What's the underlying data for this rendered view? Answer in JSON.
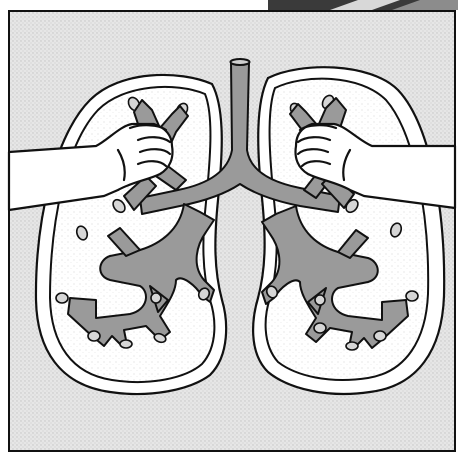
{
  "figure": {
    "subject": "illustration",
    "colors": {
      "panel_fill": "#e4e4e4",
      "panel_dots": "#c6c6c6",
      "airway_fill": "#9a9a9a",
      "lung_fill": "#ffffff",
      "ink": "#111111",
      "skin": "#ffffff",
      "corner_dark": "#3a3a3a",
      "corner_light": "#d8d8d8"
    },
    "icons": [
      "trachea",
      "left-lung",
      "right-lung",
      "bronchial-tree",
      "left-hand-fist",
      "right-hand-fist"
    ]
  }
}
